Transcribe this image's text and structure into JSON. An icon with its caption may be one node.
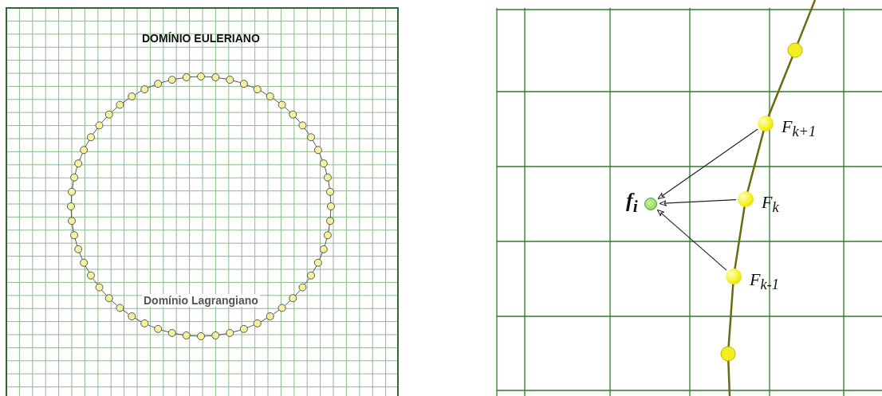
{
  "diagram": {
    "nodes": [
      {
        "text": [],
        "shape": "circle",
        "beside": [
          "f$_{i}$"
        ]
      },
      {
        "text": [],
        "shape": "circle",
        "beside": [
          "F$_{k+1}$"
        ]
      },
      {
        "text": [],
        "shape": "circle",
        "beside": [
          "F$_{k}$"
        ]
      },
      {
        "text": [],
        "shape": "circle",
        "beside": [
          "F$_{k-1}$"
        ]
      }
    ],
    "edges": [
      {
        "from": 1,
        "to": 0,
        "arrow": "to"
      },
      {
        "from": 2,
        "to": 0,
        "arrow": "to"
      },
      {
        "from": 3,
        "to": 0,
        "arrow": "to"
      }
    ],
    "labels": [
      "DOMÍNIO EULERIANO",
      "Domínio Lagrangiano"
    ]
  }
}
